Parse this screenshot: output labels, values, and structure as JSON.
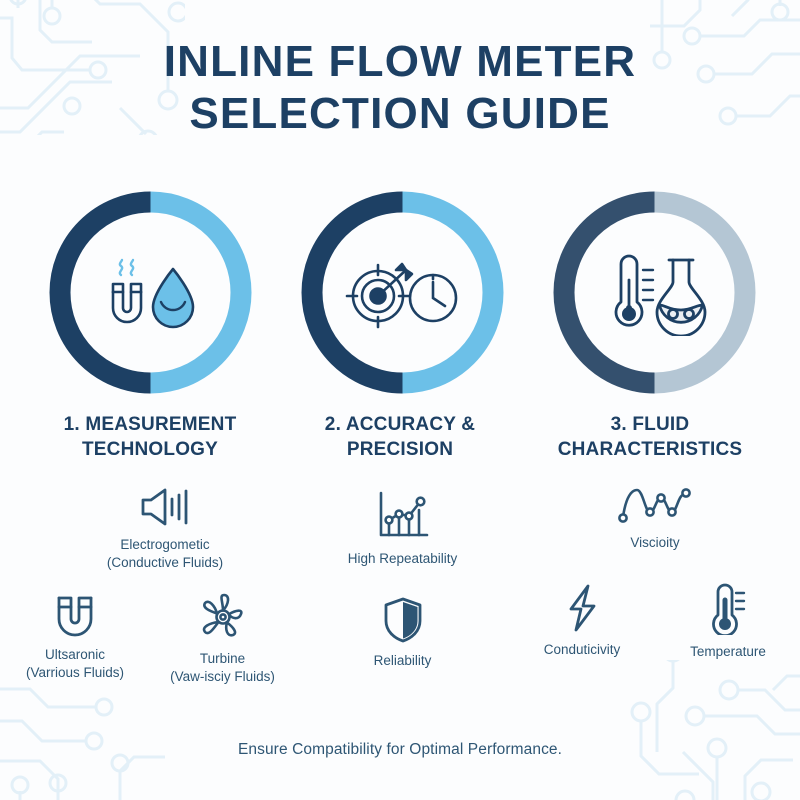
{
  "title": {
    "line1": "INLINE FLOW METER",
    "line2": "SELECTION GUIDE"
  },
  "colors": {
    "navy": "#1d4064",
    "light_blue": "#6cc0e8",
    "slate_blue": "#b4c6d4",
    "text_blue": "#2e5674",
    "background": "#fcfdfe",
    "deco_line": "#e3f0f8"
  },
  "sections": [
    {
      "index": "1.",
      "heading": "1. MEASUREMENT\nTECHNOLOGY",
      "ring_accent": "#6cc0e8",
      "icons": [
        "magnet-heat-icon",
        "water-droplet-icon"
      ],
      "items": [
        {
          "icon": "speaker-soundwave-icon",
          "label": "Electrogometic\n(Conductive Fluids)"
        },
        {
          "icon": "magnet-icon",
          "label": "Ultsaronic\n(Varrious Fluids)"
        },
        {
          "icon": "turbine-fan-icon",
          "label": "Turbine\n(Vaw-isciy Fluids)"
        }
      ]
    },
    {
      "index": "2.",
      "heading": "2. ACCURACY\n& PRECISION",
      "ring_accent": "#6cc0e8",
      "icons": [
        "target-arrow-icon",
        "clock-icon"
      ],
      "items": [
        {
          "icon": "bar-line-chart-icon",
          "label": "High Repeatability"
        },
        {
          "icon": "shield-icon",
          "label": "Reliability"
        }
      ]
    },
    {
      "index": "3.",
      "heading": "3. FLUID\nCHARACTERISTICS",
      "ring_accent": "#b4c6d4",
      "icons": [
        "thermometer-icon",
        "flask-icon"
      ],
      "items": [
        {
          "icon": "wave-line-icon",
          "label": "Viscioity"
        },
        {
          "icon": "lightning-bolt-icon",
          "label": "Conduticivity"
        },
        {
          "icon": "thermometer-icon",
          "label": "Temperature"
        }
      ]
    }
  ],
  "footer": {
    "note": "Ensure Compatibility for Optimal Performance."
  }
}
